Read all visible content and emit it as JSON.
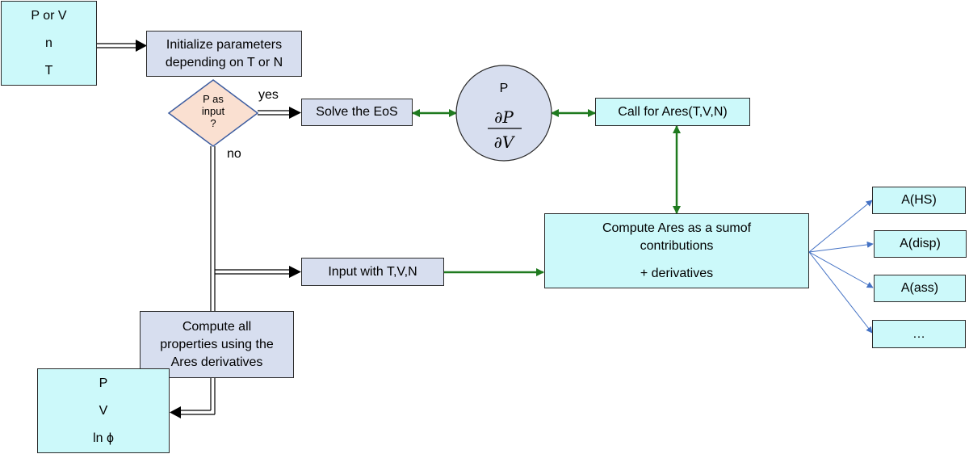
{
  "inputs_box": {
    "lines": [
      "P or V",
      "n",
      "T"
    ]
  },
  "init_box": {
    "lines": [
      "Initialize parameters",
      "depending on T or N"
    ]
  },
  "decision": {
    "lines": [
      "P as",
      "input",
      "?"
    ]
  },
  "branch_labels": {
    "yes": "yes",
    "no": "no"
  },
  "solve_box": {
    "label": "Solve the EoS"
  },
  "eos_circle": {
    "top": "P",
    "numerator": "∂P",
    "denominator": "∂V"
  },
  "call_box": {
    "label": "Call for Ares(T,V,N)"
  },
  "input_tvn_box": {
    "label": "Input with T,V,N"
  },
  "compute_ares_box": {
    "lines": [
      "Compute Ares as a sumof",
      "contributions"
    ],
    "extra": "+ derivatives"
  },
  "contributions": [
    "A(HS)",
    "A(disp)",
    "A(ass)",
    "…"
  ],
  "compute_props_box": {
    "lines": [
      "Compute all",
      "properties using the",
      "Ares derivatives"
    ]
  },
  "outputs_box": {
    "lines": [
      "P",
      "V",
      "ln ϕ"
    ]
  },
  "colors": {
    "cyan_fill": "#ccf9fa",
    "blue_fill": "#d7deef",
    "decision_fill": "#fae0d1",
    "decision_border": "#3d5da0",
    "circle_fill": "#d7deef",
    "green_arrow": "#1f7a1f",
    "blue_arrow": "#4472c4",
    "black_arrow": "#000000"
  }
}
